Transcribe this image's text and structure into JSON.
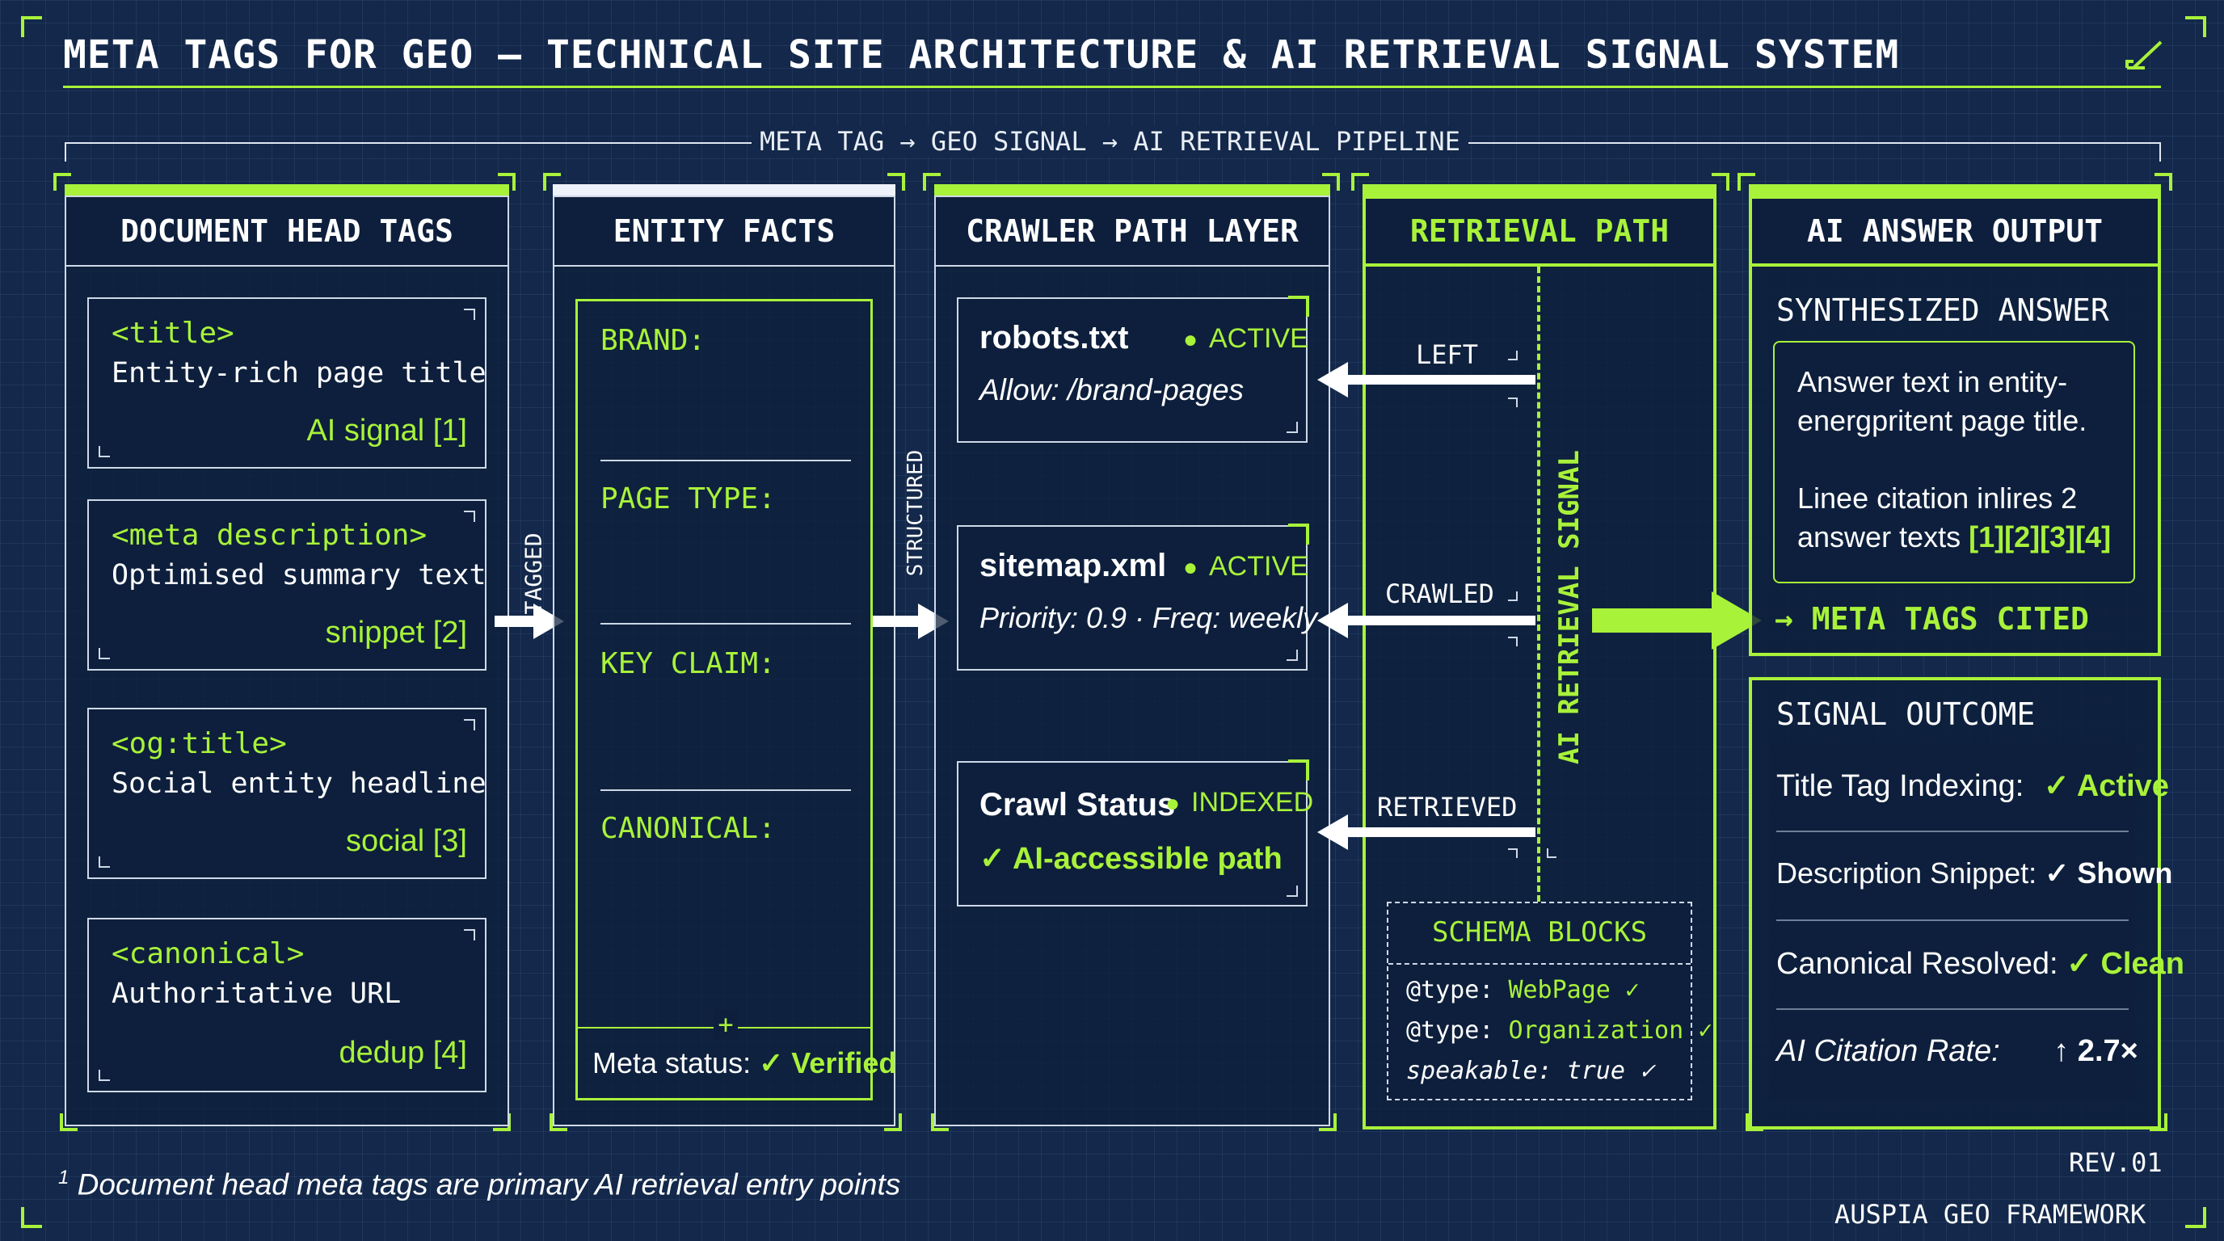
{
  "title": "META TAGS FOR GEO — TECHNICAL SITE ARCHITECTURE & AI RETRIEVAL SIGNAL SYSTEM",
  "pipeline_label": "META TAG → GEO SIGNAL → AI RETRIEVAL PIPELINE",
  "columns": {
    "head": {
      "title": "DOCUMENT HEAD TAGS",
      "cards": [
        {
          "tag": "<title>",
          "desc": "Entity-rich page title",
          "signal": "AI signal [1]"
        },
        {
          "tag": "<meta description>",
          "desc": "Optimised summary text",
          "signal": "snippet [2]"
        },
        {
          "tag": "<og:title>",
          "desc": "Social entity headline",
          "signal": "social [3]"
        },
        {
          "tag": "<canonical>",
          "desc": "Authoritative URL",
          "signal": "dedup [4]"
        }
      ]
    },
    "facts": {
      "title": "ENTITY FACTS",
      "labels": [
        "BRAND:",
        "PAGE TYPE:",
        "KEY CLAIM:",
        "CANONICAL:"
      ],
      "plus": "+",
      "status_label": "Meta status:",
      "status_value": "✓ Verified"
    },
    "crawler": {
      "title": "CRAWLER PATH LAYER",
      "cards": [
        {
          "name": "robots.txt",
          "status": "ACTIVE",
          "detail": "Allow: /brand-pages"
        },
        {
          "name": "sitemap.xml",
          "status": "ACTIVE",
          "detail": "Priority: 0.9 · Freq: weekly"
        },
        {
          "name": "Crawl Status",
          "status": "INDEXED",
          "detail": "✓ AI-accessible path"
        }
      ]
    },
    "retrieval": {
      "title": "RETRIEVAL PATH",
      "arrow_labels": [
        "LEFT",
        "CRAWLED",
        "RETRIEVED"
      ],
      "signal_label": "AI RETRIEVAL SIGNAL",
      "schema": {
        "title": "SCHEMA BLOCKS",
        "rows": [
          {
            "key": "@type:",
            "value": "WebPage ✓"
          },
          {
            "key": "@type:",
            "value": "Organization ✓"
          },
          {
            "key": "speakable:",
            "value": "true ✓"
          }
        ]
      }
    },
    "output": {
      "title": "AI ANSWER OUTPUT",
      "answer_heading": "SYNTHESIZED ANSWER",
      "answer_line1": "Answer text in entity-",
      "answer_line2": "energpritent page title.",
      "answer_line3": "Linee citation inlires 2",
      "answer_line4": "answer texts",
      "answer_refs": "[1][2][3][4]",
      "cited": "→ META TAGS CITED",
      "outcome_heading": "SIGNAL OUTCOME",
      "outcomes": [
        {
          "label": "Title Tag Indexing:",
          "value": "✓ Active"
        },
        {
          "label": "Description Snippet:",
          "value": "✓ Shown"
        },
        {
          "label": "Canonical Resolved:",
          "value": "✓ Clean"
        },
        {
          "label": "AI Citation Rate:",
          "value": "↑ 2.7×"
        }
      ]
    }
  },
  "connectors": {
    "tagged": "TAGGED",
    "structured": "STRUCTURED"
  },
  "footnote_mark": "1",
  "footnote": "Document head meta tags are primary AI retrieval entry points",
  "rev": "REV.01",
  "framework": "AUSPIA GEO FRAMEWORK",
  "colors": {
    "background": "#13284a",
    "accent": "#a8f23a",
    "line": "#cfd9e8"
  }
}
